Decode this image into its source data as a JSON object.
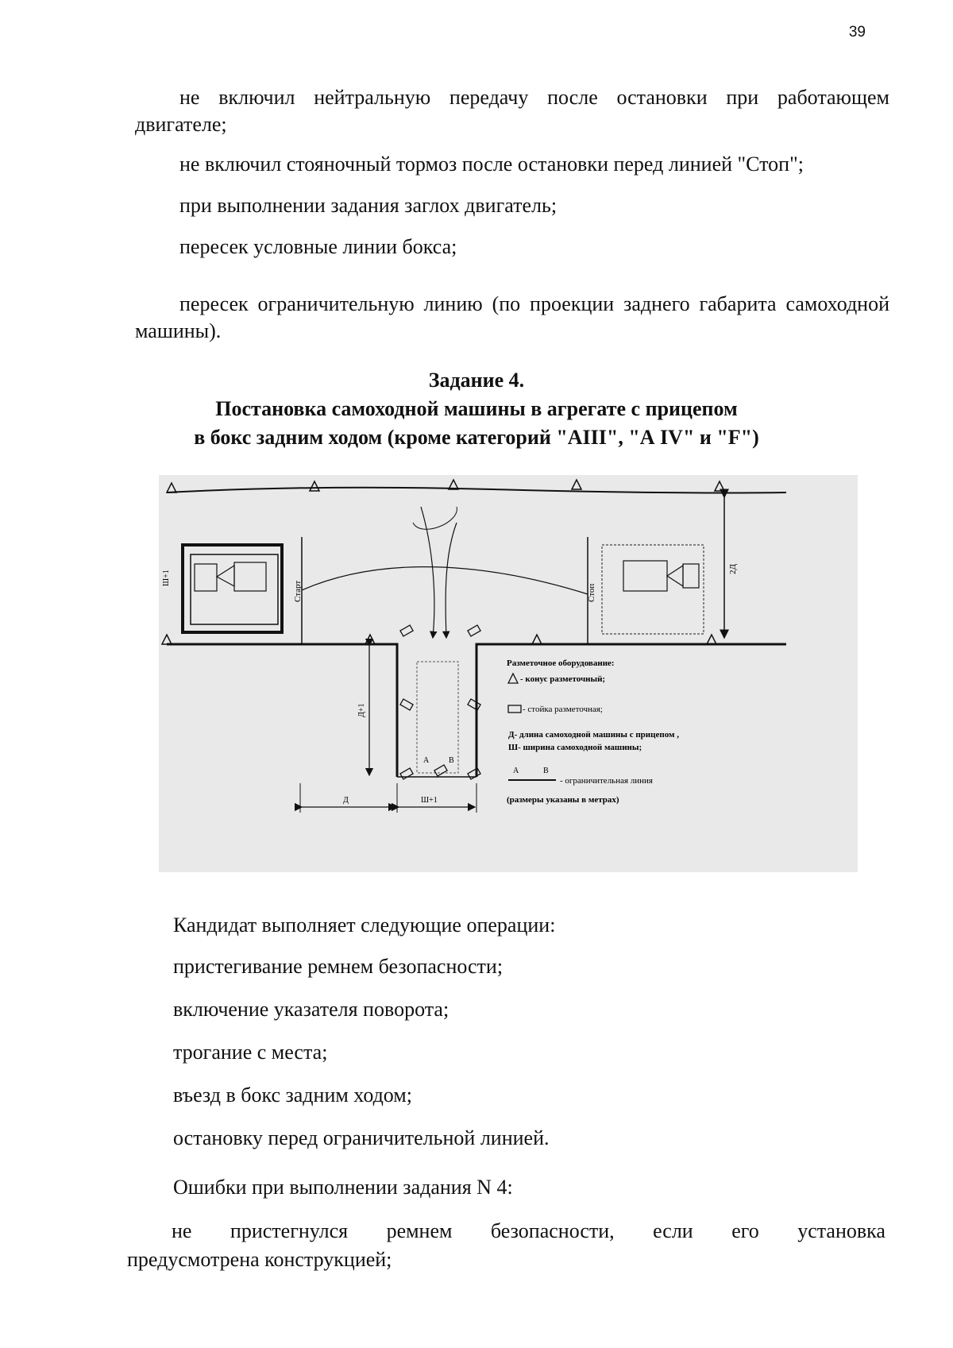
{
  "page_number": "39",
  "top_paragraphs": [
    "не включил нейтральную передачу после остановки при работающем двигателе;",
    "не включил стояночный тормоз после остановки перед линией \"Стоп\";",
    "при выполнении задания заглох двигатель;",
    "пересек условные линии бокса;",
    "пересек ограничительную линию (по проекции заднего габарита самоходной машины)."
  ],
  "task": {
    "number": "Задание 4.",
    "title_line1": "Постановка самоходной машины в агрегате с прицепом",
    "title_line2": "в бокс задним ходом (кроме категорий \"АIII\", \"А IV\" и \"F\")"
  },
  "diagram": {
    "stop_left": "Старт",
    "stop_right": "Стоп",
    "dim_sh_left": "Ш+1",
    "dim_2d": "2Д",
    "dim_d1": "Д+1",
    "dim_d": "Д",
    "dim_sh1": "Ш+1",
    "point_a": "А",
    "point_b": "В",
    "legend": {
      "title": "Разметочное оборудование:",
      "cone": "- конус разметочный;",
      "post": "- стойка разметочная;",
      "d_def": "Д- длина самоходной машины с прицепом ,",
      "sh_def": "Ш- ширина самоходной машины;",
      "line_a": "А",
      "line_b": "В",
      "line_def": "- ограничительная линия",
      "units": "(размеры указаны в метрах)"
    }
  },
  "operations_intro": "Кандидат выполняет следующие операции:",
  "operations": [
    "пристегивание ремнем безопасности;",
    "включение указателя поворота;",
    "трогание с места;",
    "въезд в бокс задним ходом;",
    "остановку перед ограничительной линией."
  ],
  "errors_intro": "Ошибки при выполнении задания N 4:",
  "error_line1_words": [
    "не",
    "пристегнулся",
    "ремнем",
    "безопасности,",
    "если",
    "его",
    "установка"
  ],
  "error_line2": "предусмотрена конструкцией;"
}
